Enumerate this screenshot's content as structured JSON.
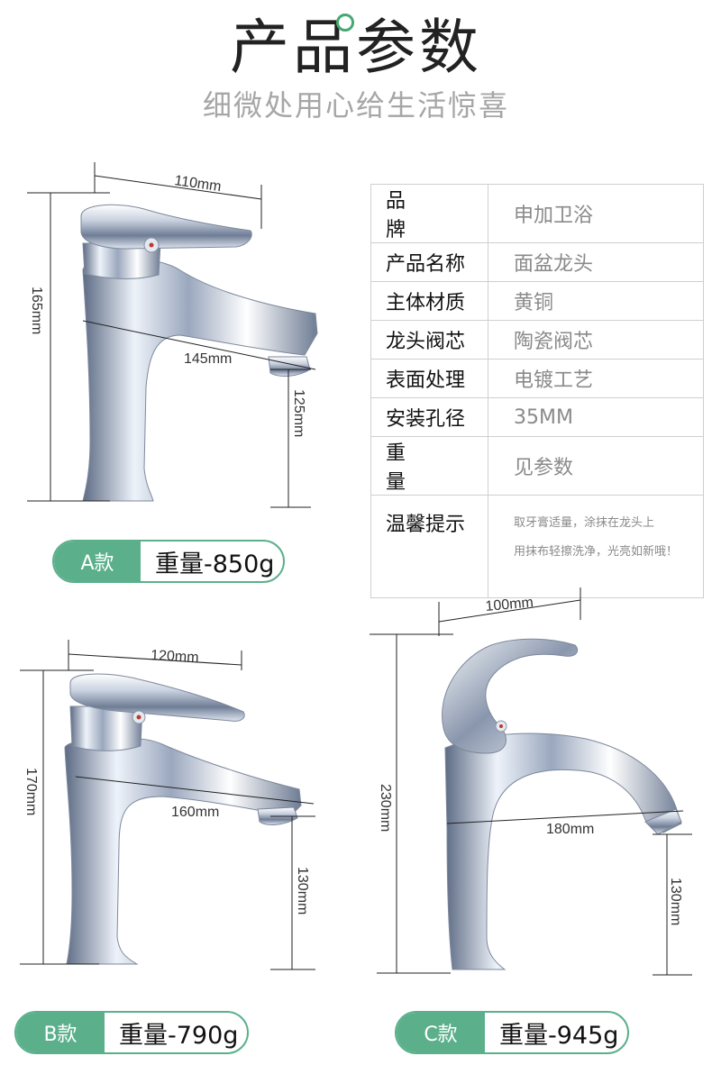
{
  "header": {
    "title": "产品参数",
    "subtitle": "细微处用心给生活惊喜"
  },
  "specs": [
    {
      "key": "品  牌",
      "value": "申加卫浴",
      "spread": true
    },
    {
      "key": "产品名称",
      "value": "面盆龙头"
    },
    {
      "key": "主体材质",
      "value": "黄铜"
    },
    {
      "key": "龙头阀芯",
      "value": "陶瓷阀芯"
    },
    {
      "key": "表面处理",
      "value": "电镀工艺"
    },
    {
      "key": "安装孔径",
      "value": "35MM"
    },
    {
      "key": "重  量",
      "value": "见参数",
      "spread": true
    },
    {
      "key": "温馨提示",
      "value_lines": [
        "取牙膏适量，涂抹在龙头上",
        "用抹布轻擦洗净，光亮如新哦！"
      ]
    }
  ],
  "products": {
    "a": {
      "tag": "A款",
      "weight": "重量-850g",
      "dims": {
        "width": "110mm",
        "height": "165mm",
        "reach": "145mm",
        "spout": "125mm"
      }
    },
    "b": {
      "tag": "B款",
      "weight": "重量-790g",
      "dims": {
        "width": "120mm",
        "height": "170mm",
        "reach": "160mm",
        "spout": "130mm"
      }
    },
    "c": {
      "tag": "C款",
      "weight": "重量-945g",
      "dims": {
        "width": "100mm",
        "height": "230mm",
        "reach": "180mm",
        "spout": "130mm"
      }
    }
  },
  "colors": {
    "accent": "#5bb08b",
    "chrome_light": "#eef3fa",
    "chrome_dark": "#5d6b84"
  }
}
